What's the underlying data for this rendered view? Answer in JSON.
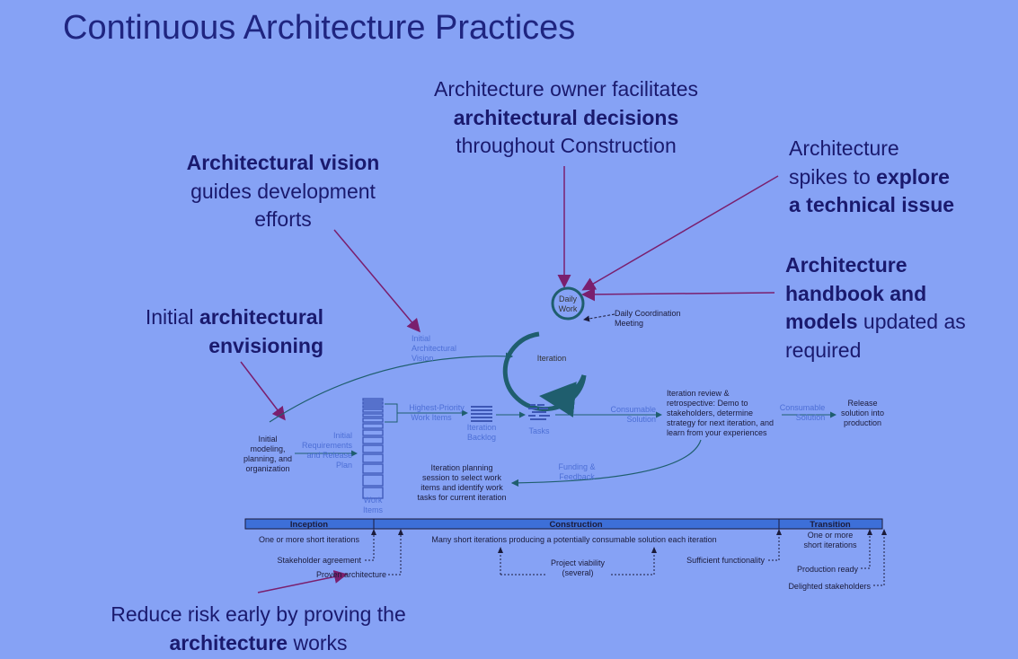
{
  "title": "Continuous Architecture Practices",
  "callouts": {
    "vision": {
      "bold": "Architectural vision",
      "line2": "guides development",
      "line3": "efforts"
    },
    "decisions": {
      "line1": "Architecture owner facilitates",
      "bold": "architectural decisions",
      "line3": "throughout Construction"
    },
    "spikes": {
      "line1": "Architecture",
      "pre": "spikes to ",
      "bold1": "explore",
      "bold2": "a technical issue"
    },
    "handbook": {
      "bold1": "Architecture",
      "bold2": "handbook and",
      "bold3": "models",
      "post": " updated as",
      "line4": "required"
    },
    "envisioning": {
      "pre": "Initial ",
      "bold1": "architectural",
      "bold2": "envisioning"
    },
    "risk": {
      "line1": "Reduce risk early by proving the",
      "bold": "architecture",
      "post": " works"
    }
  },
  "diagram": {
    "daily_work": [
      "Daily",
      "Work"
    ],
    "daily_coordination": [
      "Daily Coordination",
      "Meeting"
    ],
    "iteration": "Iteration",
    "initial_arch_vision": [
      "Initial",
      "Architectural",
      "Vision"
    ],
    "initial_modeling": [
      "Initial",
      "modeling,",
      "planning, and",
      "organization"
    ],
    "initial_requirements": [
      "Initial",
      "Requirements",
      "and Release",
      "Plan"
    ],
    "work_items": [
      "Work",
      "Items"
    ],
    "highest_priority": [
      "Highest-Priority",
      "Work Items"
    ],
    "iteration_backlog": [
      "Iteration",
      "Backlog"
    ],
    "tasks": "Tasks",
    "consumable_solution_1": [
      "Consumable",
      "Solution"
    ],
    "iteration_review": [
      "Iteration review &",
      "retrospective: Demo to",
      "stakeholders, determine",
      "strategy for next iteration, and",
      "learn from your experiences"
    ],
    "consumable_solution_2": [
      "Consumable",
      "Solution"
    ],
    "release": [
      "Release",
      "solution into",
      "production"
    ],
    "funding_feedback": [
      "Funding &",
      "Feedback"
    ],
    "iteration_planning": [
      "Iteration planning",
      "session to select work",
      "items and identify work",
      "tasks for current iteration"
    ]
  },
  "phases": {
    "inception": "Inception",
    "construction": "Construction",
    "transition": "Transition",
    "inception_desc": "One or more short iterations",
    "construction_desc": "Many short iterations producing a potentially consumable solution each iteration",
    "transition_desc": [
      "One or more",
      "short iterations"
    ],
    "milestones": {
      "stakeholder_agreement": "Stakeholder agreement",
      "proven_architecture": "Proven architecture",
      "project_viability": [
        "Project viability",
        "(several)"
      ],
      "sufficient_functionality": "Sufficient functionality",
      "production_ready": "Production ready",
      "delighted_stakeholders": "Delighted stakeholders"
    }
  },
  "colors": {
    "background": "#86a2f5",
    "arrow": "#7a1f6e",
    "iteration": "#1f5e6e",
    "phase_fill": "#3d6fd8"
  }
}
